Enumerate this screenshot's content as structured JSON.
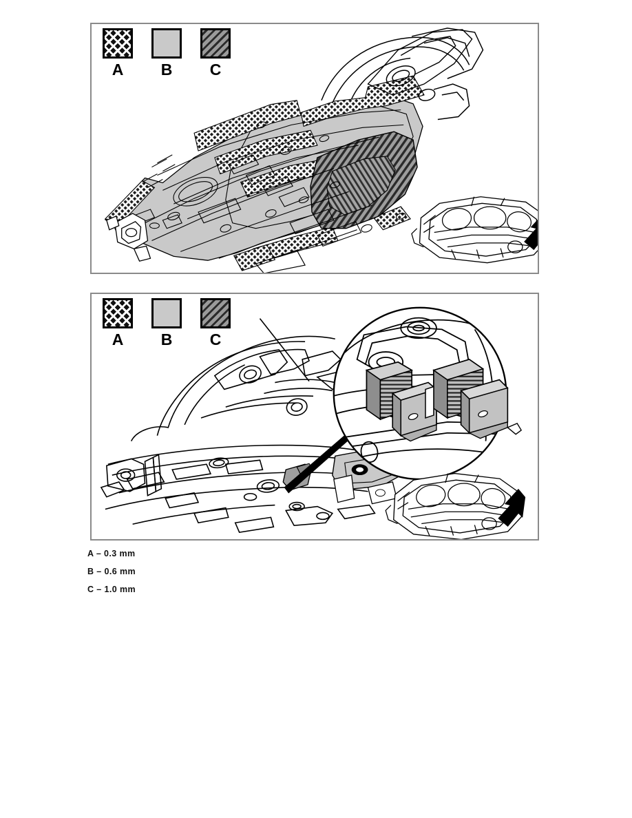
{
  "document": {
    "type": "technical-illustration-sheet",
    "panel_count": 2
  },
  "legend": {
    "entries": [
      {
        "key": "A",
        "label": "A",
        "pattern": "cross-hatch",
        "color": "#111111"
      },
      {
        "key": "B",
        "label": "B",
        "pattern": "solid-gray",
        "color": "#c9c9c9"
      },
      {
        "key": "C",
        "label": "C",
        "pattern": "diagonal-hatch",
        "color": "#9a9a9a"
      }
    ]
  },
  "panel1": {
    "name": "rear-floor-pan-overview",
    "legend": {
      "entries": [
        {
          "key": "A",
          "label": "A"
        },
        {
          "key": "B",
          "label": "B"
        },
        {
          "key": "C",
          "label": "C"
        }
      ]
    },
    "illustration": "vehicle rear floor pan, wheel housing and side member assembly shown in isometric view with sealer application zones",
    "inset": {
      "name": "vehicle-body-locator",
      "description": "rear body shell overview with arrow indicating illustrated area",
      "arrow_direction": "down-left"
    }
  },
  "panel2": {
    "name": "rear-wheel-house-detail",
    "legend": {
      "entries": [
        {
          "key": "A",
          "label": "A"
        },
        {
          "key": "B",
          "label": "B"
        },
        {
          "key": "C",
          "label": "C"
        }
      ]
    },
    "illustration": "rear wheel house inner panel and floor extension with leader line to magnified bracket detail",
    "detail_circle": {
      "name": "magnified-bracket-detail",
      "description": "two hatched mounting brackets / clips on the wheel house panel"
    },
    "inset": {
      "name": "vehicle-body-locator",
      "description": "rear body shell overview with arrow indicating illustrated area",
      "arrow_direction": "down-left"
    }
  },
  "caption": {
    "lines": [
      "A – 0.3 mm",
      "B – 0.6 mm",
      "C – 1.0 mm"
    ]
  },
  "colors": {
    "panel_border": "#8a8a8a",
    "gray_fill": "#c9c9c9",
    "mid_gray": "#9a9a9a",
    "dark_gray": "#6e6e6e",
    "line": "#000000",
    "page_background": "#ffffff"
  }
}
